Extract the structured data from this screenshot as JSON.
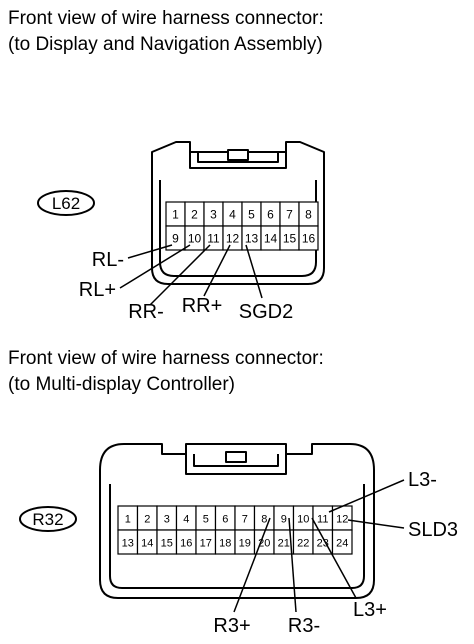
{
  "connector_a": {
    "title_line1": "Front view of wire harness connector:",
    "title_line2": "(to Display and Navigation Assembly)",
    "id": "L62",
    "pins_row1": [
      "1",
      "2",
      "3",
      "4",
      "5",
      "6",
      "7",
      "8"
    ],
    "pins_row2": [
      "9",
      "10",
      "11",
      "12",
      "13",
      "14",
      "15",
      "16"
    ],
    "signals": [
      {
        "label": "RL-",
        "pin": "9"
      },
      {
        "label": "RL+",
        "pin": "10"
      },
      {
        "label": "RR-",
        "pin": "11"
      },
      {
        "label": "RR+",
        "pin": "12"
      },
      {
        "label": "SGD2",
        "pin": "13"
      }
    ]
  },
  "connector_b": {
    "title_line1": "Front view of wire harness connector:",
    "title_line2": "(to Multi-display Controller)",
    "id": "R32",
    "pins_row1": [
      "1",
      "2",
      "3",
      "4",
      "5",
      "6",
      "7",
      "8",
      "9",
      "10",
      "11",
      "12"
    ],
    "pins_row2": [
      "13",
      "14",
      "15",
      "16",
      "17",
      "18",
      "19",
      "20",
      "21",
      "22",
      "23",
      "24"
    ],
    "signals": [
      {
        "label": "L3-",
        "pin": "11"
      },
      {
        "label": "SLD3",
        "pin": "12"
      },
      {
        "label": "R3+",
        "pin": "8"
      },
      {
        "label": "R3-",
        "pin": "9"
      },
      {
        "label": "L3+",
        "pin": "10"
      }
    ]
  }
}
